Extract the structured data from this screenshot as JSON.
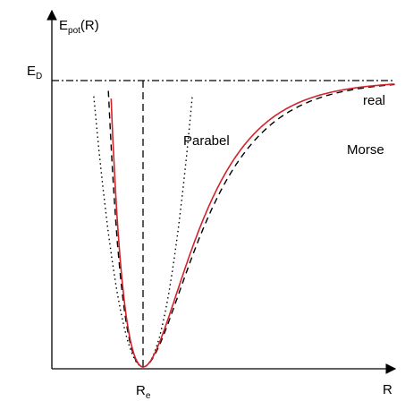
{
  "labels": {
    "y_axis_main": "E",
    "y_axis_sub": "pot",
    "y_axis_suffix": "(R)",
    "x_axis": "R",
    "ed_main": "E",
    "ed_sub": "D",
    "re_main": "R",
    "re_sub": "e",
    "real": "real",
    "morse": "Morse",
    "parabel": "Parabel"
  },
  "colors": {
    "real": "#d2232a",
    "axes": "#000000",
    "morse": "#000000",
    "parabel": "#000000"
  },
  "curves": {
    "morse": {
      "a": 1.8,
      "R_e": 1.0
    },
    "parabel": {
      "R_e": 1.0
    }
  }
}
